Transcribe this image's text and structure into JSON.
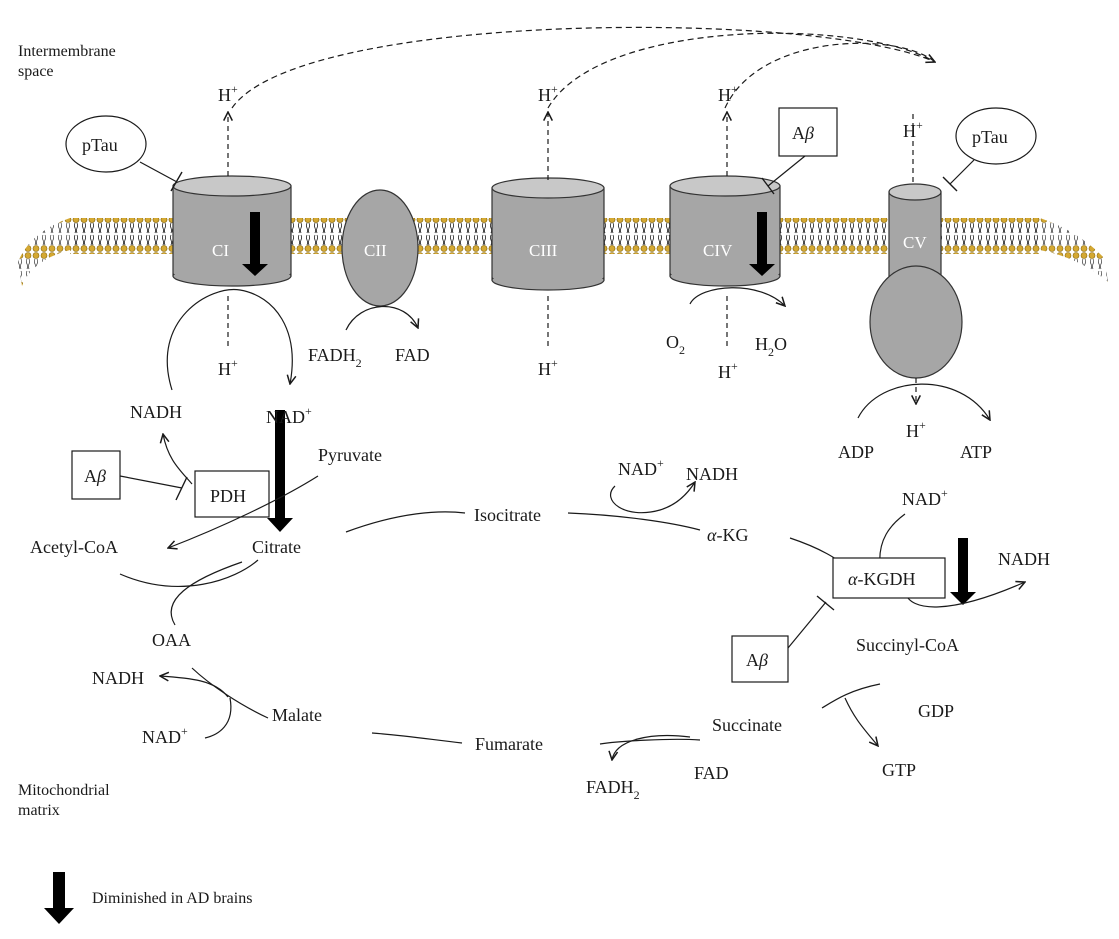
{
  "regions": {
    "intermembrane_line1": "Intermembrane",
    "intermembrane_line2": "space",
    "matrix_line1": "Mitochondrial",
    "matrix_line2": "matrix"
  },
  "complexes": {
    "ci": "CI",
    "cii": "CII",
    "ciii": "CIII",
    "civ": "CIV",
    "cv": "CV"
  },
  "inhibitors": {
    "ptau": "pTau",
    "abeta_a": "A",
    "abeta_beta": "β"
  },
  "metabolites": {
    "h": "H",
    "plus": "+",
    "nadh": "NADH",
    "nad": "NAD",
    "fadh": "FADH",
    "fadh_sub": "2",
    "fad": "FAD",
    "o": "O",
    "o_sub": "2",
    "h2o_h": "H",
    "h2o_sub": "2",
    "h2o_o": "O",
    "adp": "ADP",
    "atp": "ATP",
    "pyruvate": "Pyruvate",
    "acetyl_coa": "Acetyl-CoA",
    "citrate": "Citrate",
    "isocitrate": "Isocitrate",
    "alpha": "α",
    "akg_suffix": "-KG",
    "akgdh_suffix": "-KGDH",
    "succinyl_coa": "Succinyl-CoA",
    "succinate": "Succinate",
    "fumarate": "Fumarate",
    "malate": "Malate",
    "oaa": "OAA",
    "gdp": "GDP",
    "gtp": "GTP"
  },
  "enzymes": {
    "pdh": "PDH"
  },
  "legend": {
    "label": "Diminished in AD brains"
  },
  "colors": {
    "complex_fill": "#a6a6a6",
    "complex_top": "#c8c8c8",
    "membrane_head": "#d4a832",
    "arrow_dark": "#000000"
  }
}
